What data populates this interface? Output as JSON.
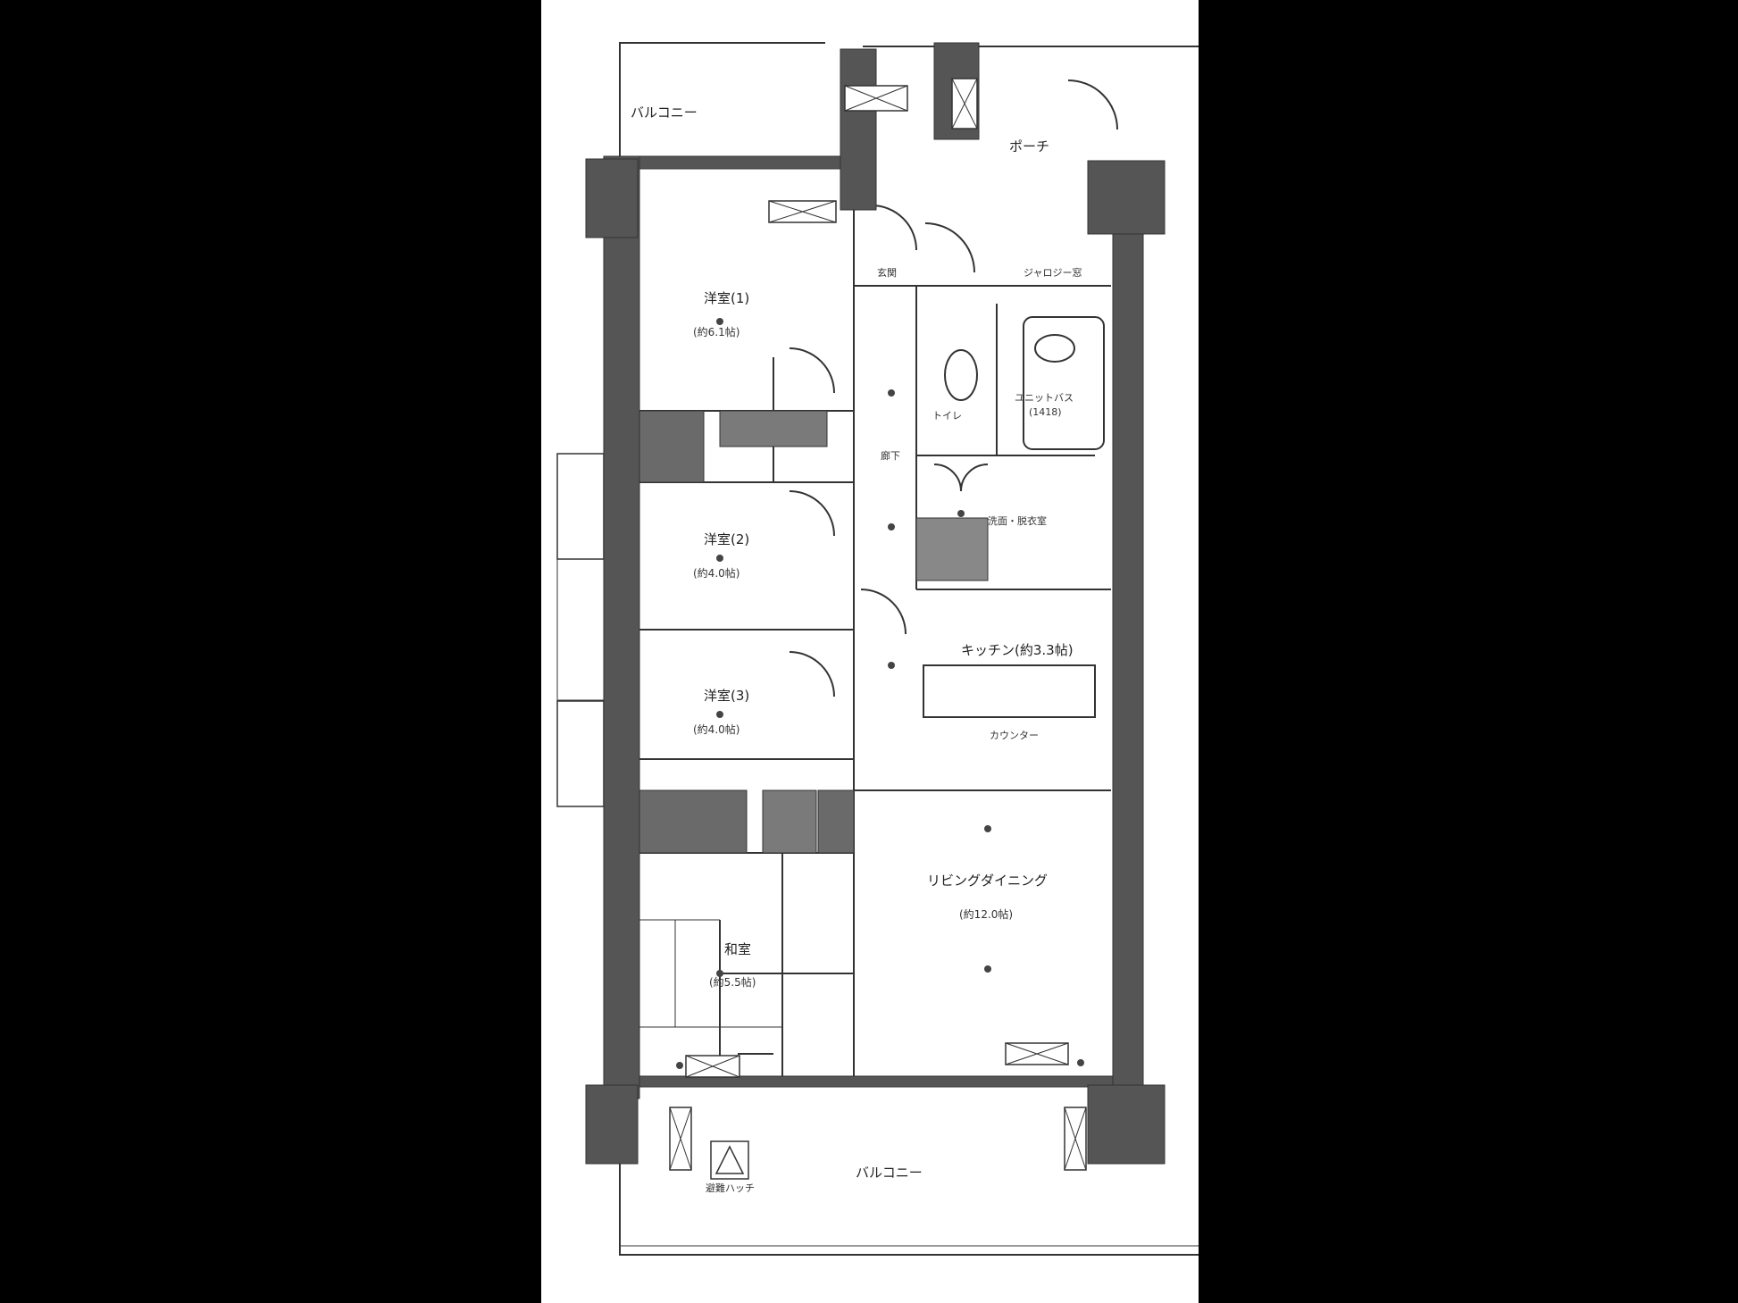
{
  "plan": {
    "rooms": {
      "balcony_top": "バルコニー",
      "porch": "ポーチ",
      "western1": "洋室(1)",
      "western1_area": "(約6.1帖)",
      "western2": "洋室(2)",
      "western2_area": "(約4.0帖)",
      "western3": "洋室(3)",
      "western3_area": "(約4.0帖)",
      "toilet": "トイレ",
      "unit_bath": "ユニットバス",
      "unit_bath_size": "(1418)",
      "washroom": "洗面・脱衣室",
      "kitchen": "キッチン(約3.3帖)",
      "counter": "カウンター",
      "living_dining": "リビングダイニング",
      "living_dining_area": "(約12.0帖)",
      "japanese": "和室",
      "japanese_area": "(約5.5帖)",
      "balcony_bottom": "バルコニー"
    },
    "small_labels": {
      "entrance": "玄関",
      "hallway": "廊下",
      "sliding_door": "ジャロジー窓",
      "escape_hatch": "避難ハッチ"
    }
  }
}
